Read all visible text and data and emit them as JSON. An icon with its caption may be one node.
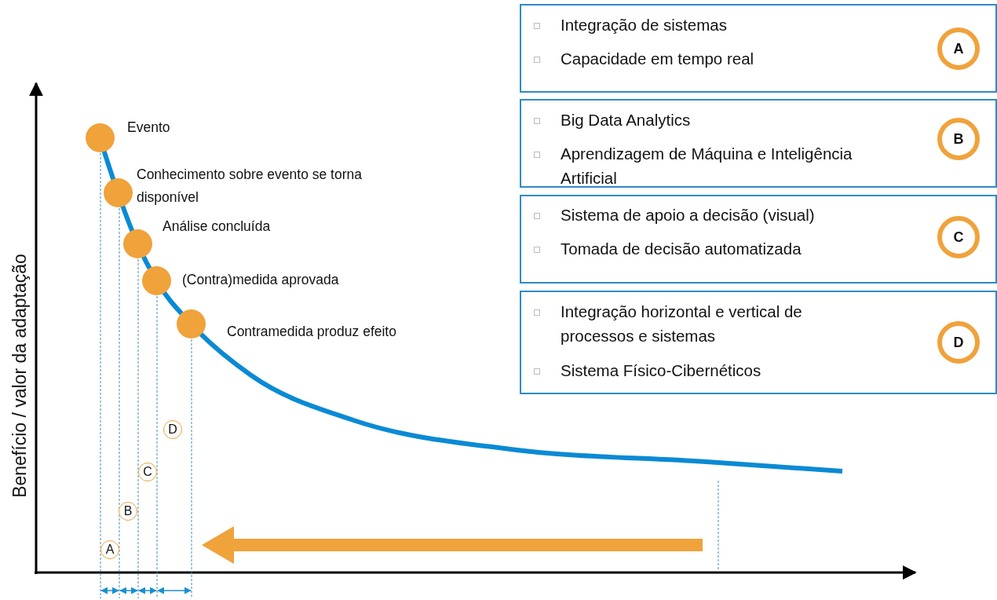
{
  "diagram": {
    "nodes": [
      {
        "text": [
          "Integração de sistemas",
          "Capacidade em tempo real"
        ]
      },
      {
        "text": [
          "A"
        ],
        "in": 0
      },
      {
        "text": [
          "Big Data Analytics",
          "Aprendizagem de Máquina e Inteligência Artificial"
        ]
      },
      {
        "text": [
          "B"
        ],
        "in": 2
      },
      {
        "text": [
          "Sistema de apoio a decisão (visual)",
          "Tomada de decisão automatizada"
        ]
      },
      {
        "text": [
          "C"
        ],
        "in": 4
      },
      {
        "text": [
          "Integração horizontal e vertical de processos e sistemas",
          "Sistema Físico-Cibernéticos"
        ]
      },
      {
        "text": [
          "D"
        ],
        "in": 6
      },
      {
        "text": [],
        "shape": "circle",
        "beside": [
          "Evento"
        ]
      },
      {
        "text": [],
        "shape": "circle",
        "beside": [
          "Conhecimento sobre evento se torna disponível"
        ]
      },
      {
        "text": [],
        "shape": "circle",
        "beside": [
          "Análise concluída"
        ]
      },
      {
        "text": [],
        "shape": "circle",
        "beside": [
          "(Contra)medida aprovada"
        ]
      },
      {
        "text": [],
        "shape": "circle",
        "beside": [
          "Contramedida produz efeito"
        ]
      },
      {
        "text": [
          "D"
        ]
      },
      {
        "text": [
          "C"
        ]
      },
      {
        "text": [
          "B"
        ]
      },
      {
        "text": [
          "A"
        ]
      }
    ],
    "labels": [
      "Benefício / valor da adaptação"
    ]
  }
}
